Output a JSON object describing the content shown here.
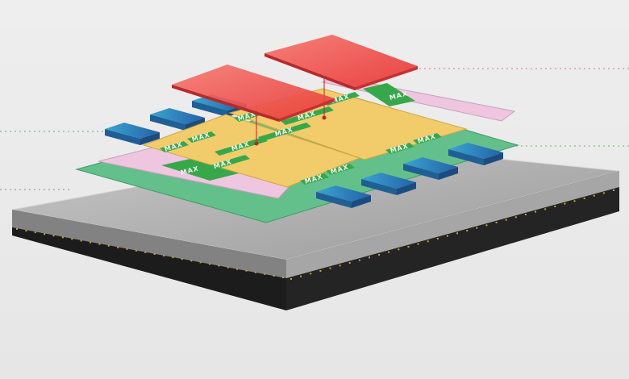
{
  "labels": {
    "die_left": [
      "MAX",
      "MAX",
      "MAX",
      "MAX",
      "MAX",
      "MAX"
    ],
    "die_right": [
      "MAX",
      "MAX",
      "MAX",
      "MAX",
      "MAX",
      "MAX"
    ],
    "pink_left": "MAX",
    "pink_right": "MAX"
  },
  "colors": {
    "substrate": "#a9a9a9",
    "interposer": "#63c08a",
    "compute_die": "#f2cc6b",
    "io_die": "#efc6e0",
    "memory_stack": "#2f7fc0",
    "top_chip": "#ee4a45",
    "max_block": "#37a84a"
  }
}
